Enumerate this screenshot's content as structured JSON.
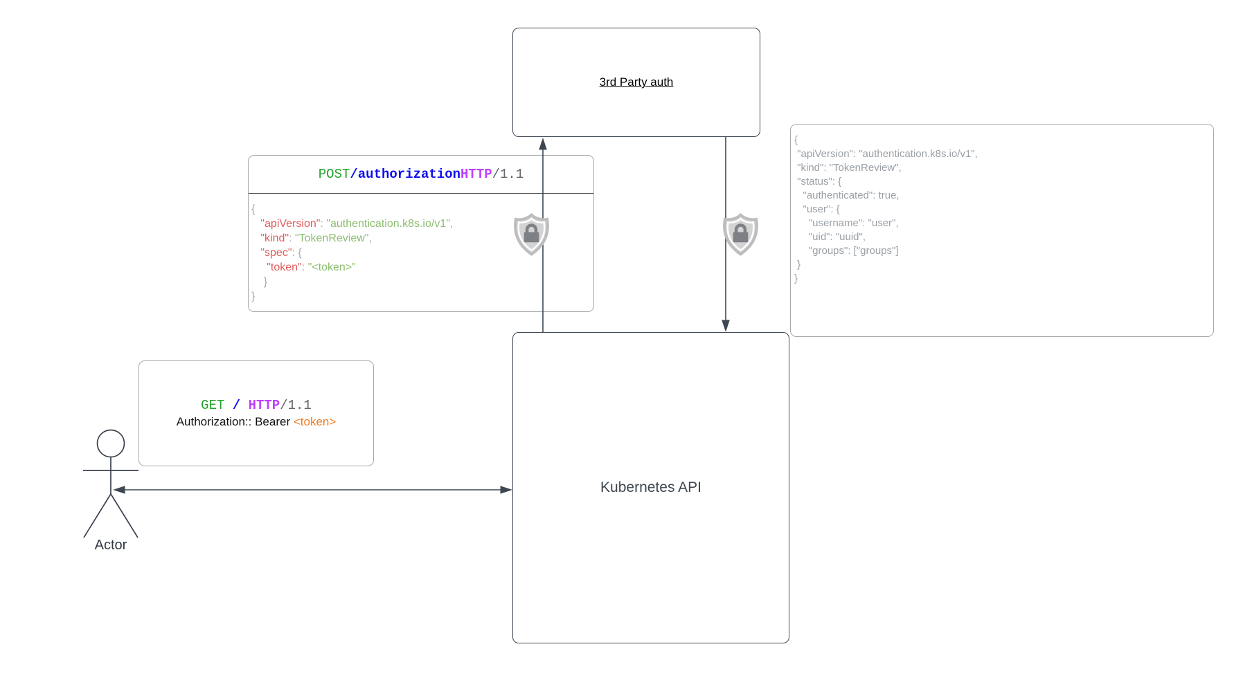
{
  "nodes": {
    "third_party": {
      "label": "3rd Party auth"
    },
    "kubernetes_api": {
      "label": "Kubernetes API"
    },
    "actor": {
      "label": "Actor"
    }
  },
  "post_request": {
    "header": [
      [
        "green",
        "POST "
      ],
      [
        "blue",
        "/authorization "
      ],
      [
        "purple",
        "HTTP"
      ],
      [
        "dim",
        "/1.1"
      ]
    ],
    "body": [
      [
        [
          "pun",
          "{"
        ]
      ],
      [
        [
          "pun",
          "   "
        ],
        [
          "key",
          "\"apiVersion\""
        ],
        [
          "pun",
          ": "
        ],
        [
          "str",
          "\"authentication.k8s.io/v1\""
        ],
        [
          "pun",
          ","
        ]
      ],
      [
        [
          "pun",
          "   "
        ],
        [
          "key",
          "\"kind\""
        ],
        [
          "pun",
          ": "
        ],
        [
          "str",
          "\"TokenReview\""
        ],
        [
          "pun",
          ","
        ]
      ],
      [
        [
          "pun",
          "   "
        ],
        [
          "key",
          "\"spec\""
        ],
        [
          "pun",
          ": {"
        ]
      ],
      [
        [
          "pun",
          "     "
        ],
        [
          "key",
          "\"token\""
        ],
        [
          "pun",
          ": "
        ],
        [
          "str",
          "\"<token>\""
        ]
      ],
      [
        [
          "pun",
          "    }"
        ]
      ],
      [
        [
          "pun",
          "}"
        ]
      ]
    ]
  },
  "get_request": {
    "request_line": [
      [
        "green",
        "GET "
      ],
      [
        "blue",
        "/ "
      ],
      [
        "purple",
        "HTTP"
      ],
      [
        "dim",
        "/1.1"
      ]
    ],
    "auth_header_line": [
      [
        "txt",
        "Authorization:: Bearer "
      ],
      [
        "orange",
        "<token>"
      ]
    ]
  },
  "token_review_response": {
    "lines": [
      "{",
      " \"apiVersion\": \"authentication.k8s.io/v1\",",
      " \"kind\": \"TokenReview\",",
      " \"status\": {",
      "   \"authenticated\": true,",
      "   \"user\": {",
      "     \"username\": \"user\",",
      "     \"uid\": \"uuid\",",
      "     \"groups\": [\"groups\"]",
      " }",
      "}"
    ]
  },
  "icons": {
    "lock_shield": "lock-shield"
  },
  "colors": {
    "method_green": "#21a42a",
    "path_blue": "#0f0fef",
    "http_purple": "#bf3fff",
    "version_gray": "#62676c",
    "json_key_red": "#e05c5c",
    "json_value_green": "#8cbe70",
    "json_punct_gray": "#a5a9ad",
    "token_orange": "#ec7d24",
    "response_gray": "#9aa0a6",
    "line_dark": "#3e4751",
    "light_border": "#a9a9a9"
  }
}
